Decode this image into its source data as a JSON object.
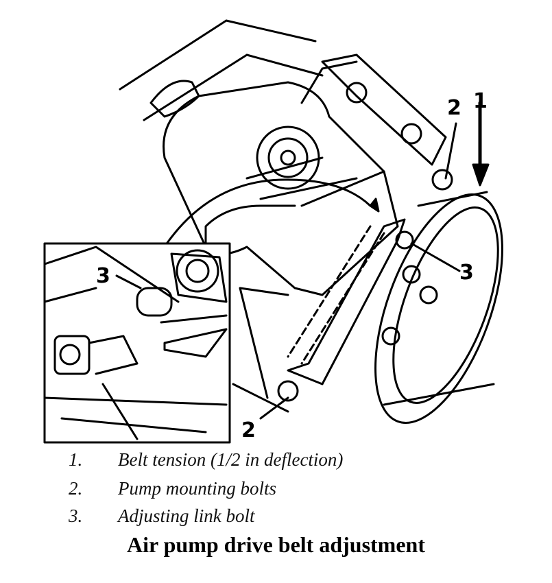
{
  "callouts": {
    "c1": "1",
    "c2_top": "2",
    "c2_bottom": "2",
    "c3_main": "3",
    "c3_inset": "3"
  },
  "legend": [
    {
      "num": "1.",
      "text": "Belt tension (1/2 in deflection)"
    },
    {
      "num": "2.",
      "text": "Pump mounting bolts"
    },
    {
      "num": "3.",
      "text": "Adjusting link bolt"
    }
  ],
  "caption": "Air pump drive belt adjustment"
}
